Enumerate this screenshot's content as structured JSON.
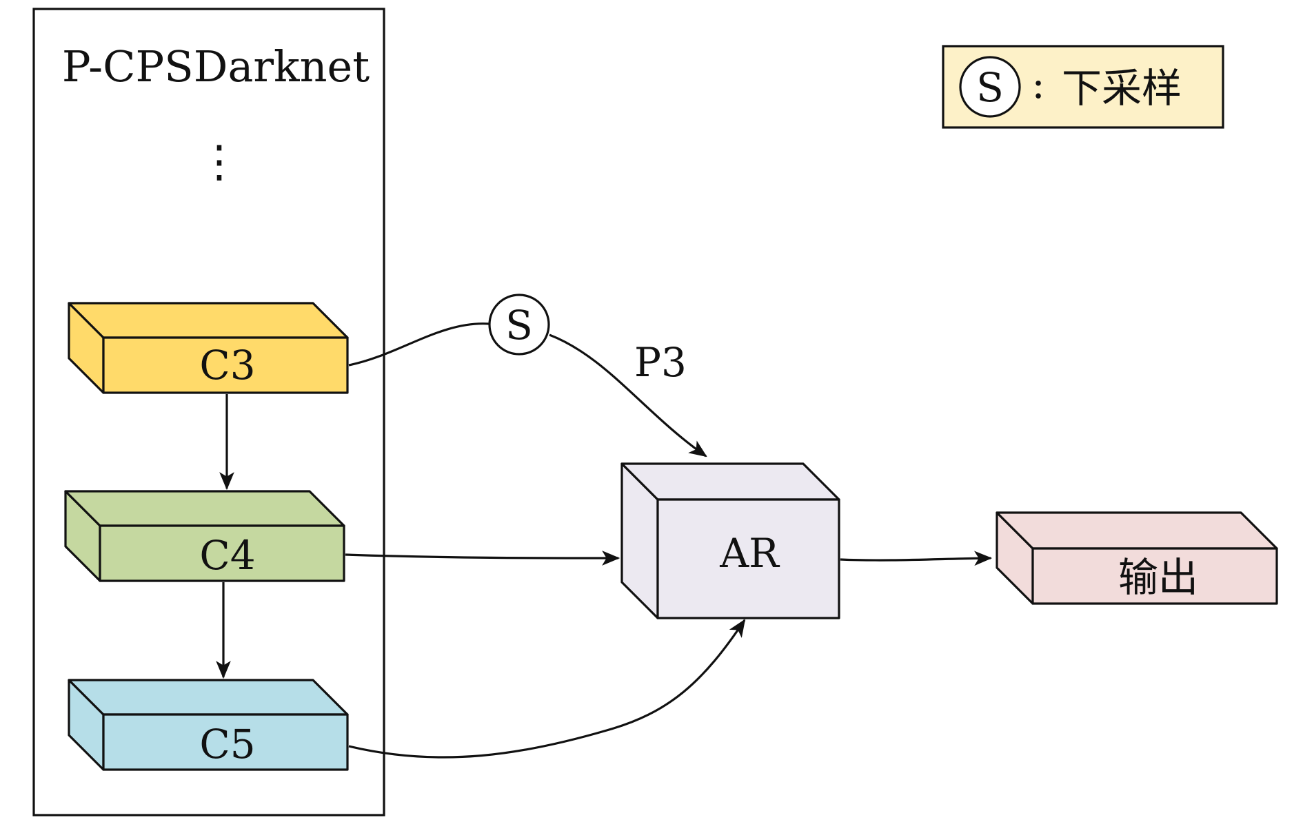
{
  "diagram": {
    "container_title": "P-CPSDarknet",
    "ellipsis": "⋮",
    "legend": {
      "symbol": "S",
      "separator": ":",
      "text": "下采样"
    },
    "blocks": {
      "c3": {
        "label": "C3",
        "color": "#FFDA6A"
      },
      "c4": {
        "label": "C4",
        "color": "#C5D8A0"
      },
      "c5": {
        "label": "C5",
        "color": "#B6DEE8"
      },
      "ar": {
        "label": "AR",
        "color": "#ECE9F1"
      },
      "out": {
        "label": "输出",
        "color": "#F2DCDB"
      }
    },
    "downsample_node": {
      "label": "S"
    },
    "edge_labels": {
      "p3": "P3"
    },
    "colors": {
      "legend_bg": "#FDF1C8",
      "stroke": "#111111"
    }
  }
}
